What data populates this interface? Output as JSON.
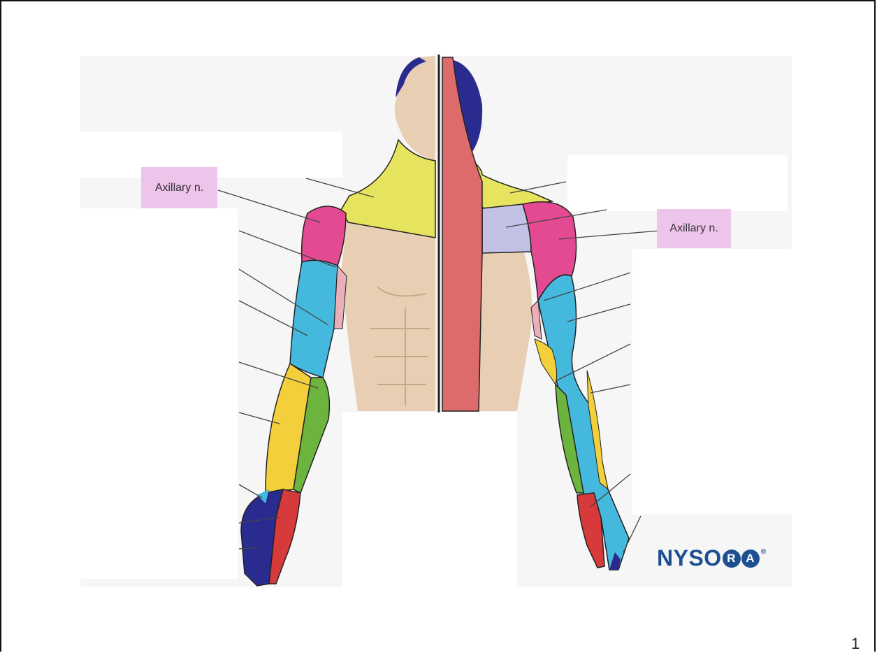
{
  "labels": {
    "left": "Axillary n.",
    "right": "Axillary n."
  },
  "logo": {
    "part1": "NYSO",
    "circle1": "R",
    "circle2": "A",
    "registered": "®"
  },
  "page_number": "1",
  "colors": {
    "label_bg": "#efc4ea",
    "logo": "#1d4f91",
    "yellow_green": "#e6e45e",
    "magenta": "#e34a92",
    "cyan": "#45b8dd",
    "green": "#6cb43e",
    "yellow": "#f2cf3b",
    "navy": "#2a2b8f",
    "red": "#d63a3a",
    "spine_red": "#dd6b6b",
    "lavender": "#c3c2e6",
    "skin": "#e8cfb3"
  }
}
